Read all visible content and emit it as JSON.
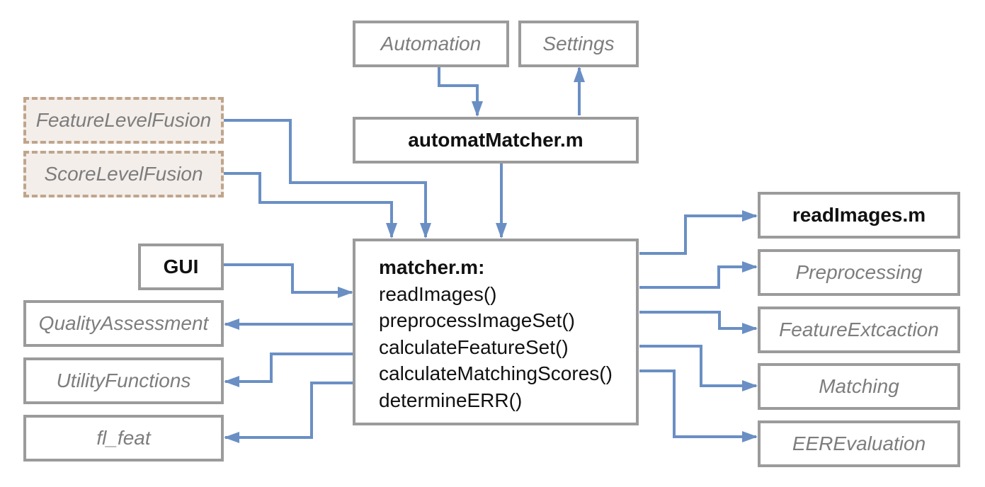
{
  "modules": {
    "automation": "Automation",
    "settings": "Settings",
    "automat_matcher": "automatMatcher.m",
    "feature_level_fusion": "FeatureLevelFusion",
    "score_level_fusion": "ScoreLevelFusion",
    "gui": "GUI",
    "quality_assessment": "QualityAssessment",
    "utility_functions": "UtilityFunctions",
    "fl_feat": "fl_feat",
    "read_images": "readImages.m",
    "preprocessing": "Preprocessing",
    "feature_extraction": "FeatureExtcaction",
    "matching": "Matching",
    "eer_evaluation": "EEREvaluation"
  },
  "matcher": {
    "title": "matcher.m:",
    "functions": [
      "readImages()",
      "preprocessImageSet()",
      "calculateFeatureSet()",
      "calculateMatchingScores()",
      "determineERR()"
    ]
  },
  "colors": {
    "arrow": "#6a8fc4",
    "box_border": "#9b9b9b",
    "fusion_border": "#c0a58c",
    "fusion_fill": "#f3eeea"
  }
}
